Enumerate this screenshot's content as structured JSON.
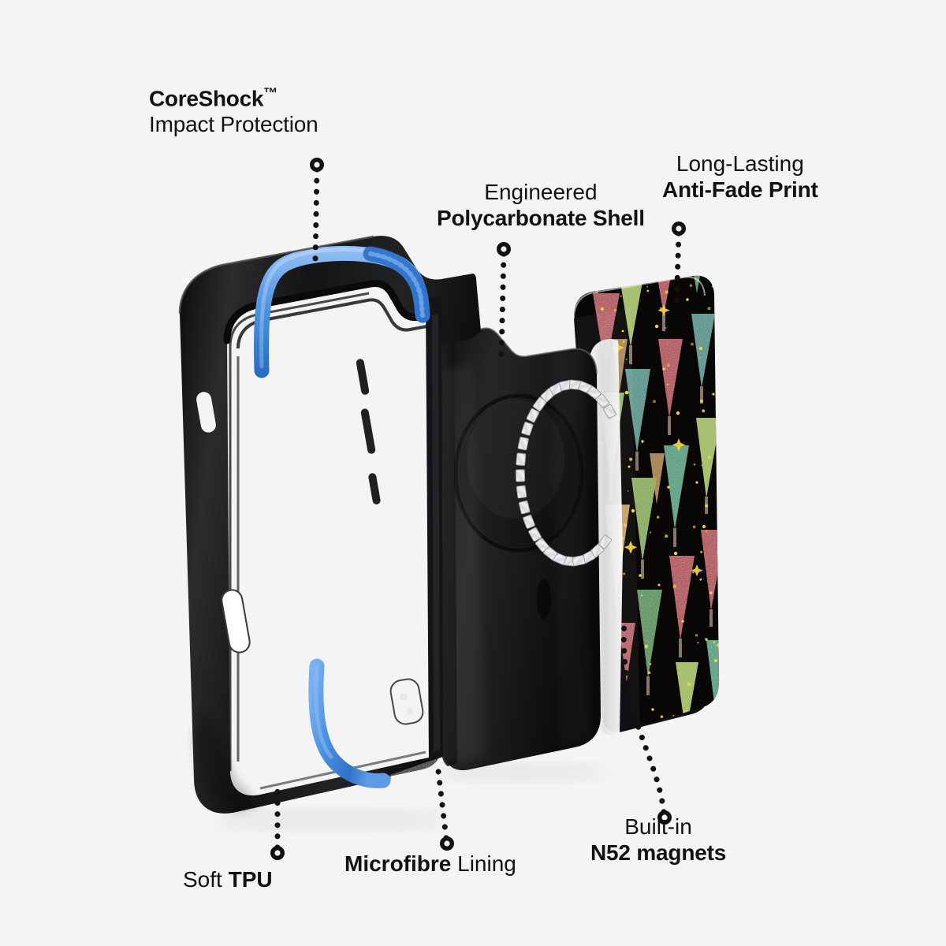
{
  "page": {
    "type": "product-infographic",
    "subject": "Exploded view of a protective phone case with Christmas tree print",
    "background_color": "#f4f4f5",
    "text_color": "#111111"
  },
  "callouts": [
    {
      "id": "coreshock",
      "line1": "CoreShock",
      "trademark": "™",
      "line2": "Impact Protection",
      "line1_weight": "bold",
      "line2_weight": "regular",
      "position": "top-left",
      "points_to": "blue-tpu-shock-strip"
    },
    {
      "id": "polycarbonate",
      "line1": "Engineered",
      "line2": "Polycarbonate Shell",
      "line1_weight": "regular",
      "line2_weight": "bold",
      "position": "top-center",
      "points_to": "black-polycarbonate-shell"
    },
    {
      "id": "antifade",
      "line1": "Long-Lasting",
      "line2": "Anti-Fade Print",
      "line1_weight": "regular",
      "line2_weight": "bold",
      "position": "top-right",
      "points_to": "printed-back-panel"
    },
    {
      "id": "tpu",
      "line1_prefix": "Soft ",
      "line1_bold": "TPU",
      "position": "bottom-left",
      "points_to": "tpu-bumper-frame"
    },
    {
      "id": "microfibre",
      "line1_bold": "Microfibre",
      "line1_suffix": " Lining",
      "position": "bottom-center",
      "points_to": "microfibre-lining"
    },
    {
      "id": "n52",
      "line1": "Built-in",
      "line2": "N52 magnets",
      "line1_weight": "regular",
      "line2_weight": "bold",
      "position": "bottom-right",
      "points_to": "magsafe-magnet-ring"
    }
  ],
  "components": {
    "tpu_frame": {
      "label": "TPU bumper frame",
      "color": "#0f0f10",
      "accent_color": "#4a90e0",
      "accent_label": "CoreShock blue shock strip",
      "features": [
        "button cutouts",
        "rounded corners",
        "raised lip"
      ]
    },
    "polycarbonate_shell": {
      "label": "Polycarbonate shell with microfibre lining",
      "color": "#141415",
      "lining_color": "#1a1a1a",
      "lining_label": "microfibre lining",
      "ring_recess_label": "MagSafe alignment recess"
    },
    "magnet_ring": {
      "label": "N52 magnet ring",
      "segment_color": "#e8e8ea",
      "segment_count": 34
    },
    "print_panel": {
      "label": "Anti-fade printed back panel",
      "background_color": "#090806",
      "pattern_name": "Christmas tree forest",
      "tree_colors": [
        "#b5122c",
        "#1f9e74",
        "#7fae2a",
        "#c9951c",
        "#2f8f3c",
        "#9fc23a",
        "#0e8f82"
      ],
      "trunk_color": "#6b4a1c",
      "sparkle_color": "#f4d23c",
      "sparkle_count": 120
    }
  }
}
